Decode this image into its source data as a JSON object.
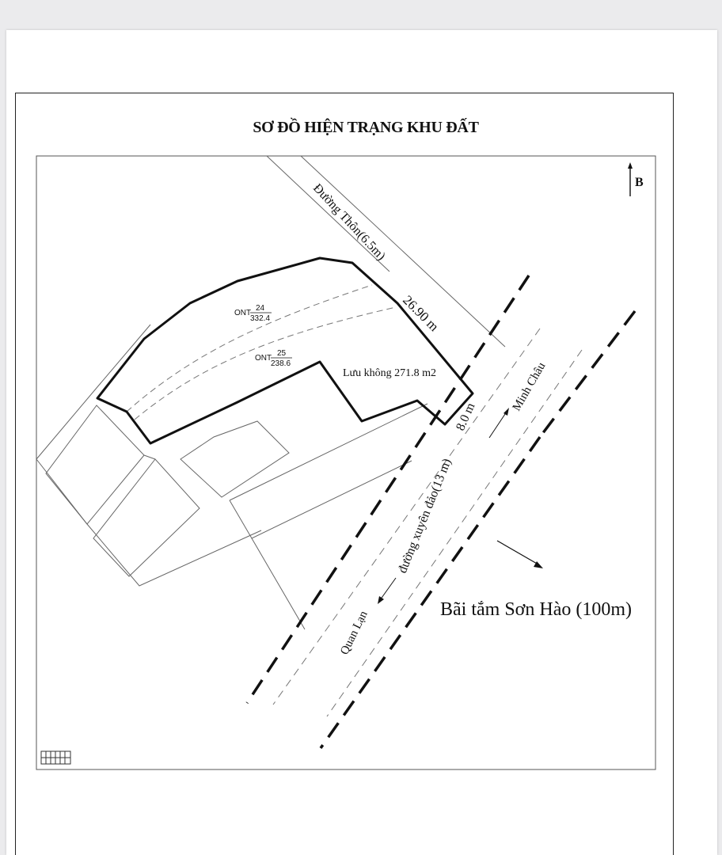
{
  "title": "SƠ ĐỒ HIỆN TRẠNG KHU ĐẤT",
  "north_label": "B",
  "village_road_label": "Đường Thôn(6.5m)",
  "edge_length_label": "26.90 m",
  "road_width_label": "8.0 m",
  "setback_label": "Lưu không 271.8 m2",
  "parcel_24": {
    "code": "ONT",
    "number": "24",
    "area": "332.4"
  },
  "parcel_25": {
    "code": "ONT",
    "number": "25",
    "area": "238.6"
  },
  "island_road_label": "đường xuyên đảo(13 m)",
  "direction_minh_chau": "Minh Châu",
  "direction_quan_lan": "Quan Lạn",
  "beach_label": "Bãi tắm Sơn Hào (100m)"
}
